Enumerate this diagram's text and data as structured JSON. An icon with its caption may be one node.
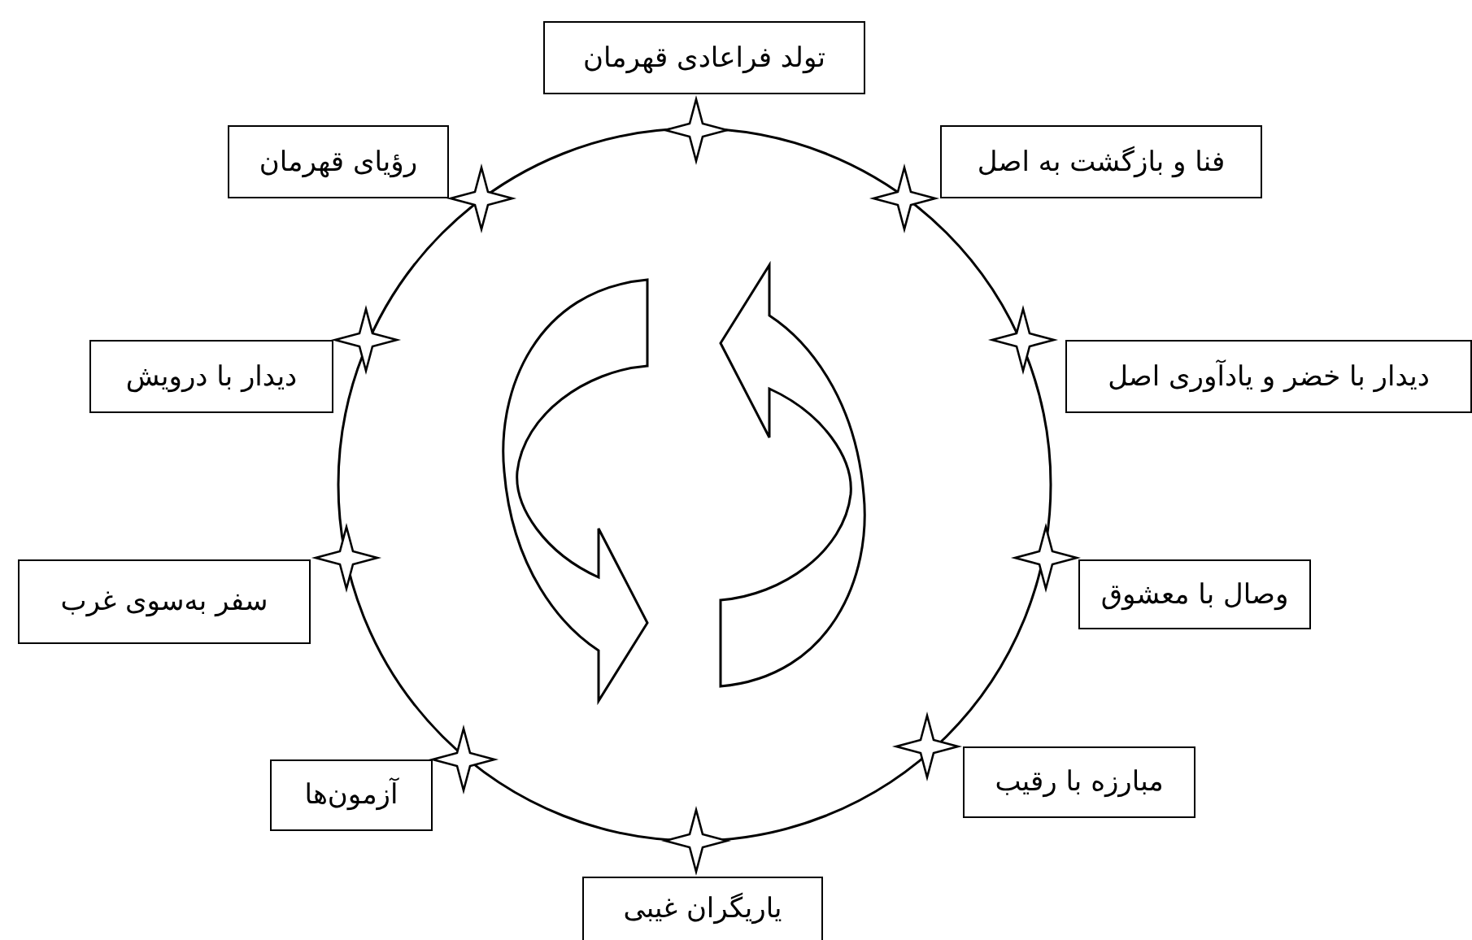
{
  "diagram": {
    "nodes": [
      {
        "text": [
          "تولد فراعادی قهرمان"
        ]
      },
      {
        "text": [
          "رؤیای قهرمان"
        ]
      },
      {
        "text": [
          "فنا و بازگشت به اصل"
        ]
      },
      {
        "text": [
          "دیدار با درویش"
        ]
      },
      {
        "text": [
          "دیدار با خضر و یادآوری اصل"
        ]
      },
      {
        "text": [
          "سفر به‌سوی غرب"
        ]
      },
      {
        "text": [
          "وصال با معشوق"
        ]
      },
      {
        "text": [
          "آزمون‌ها"
        ]
      },
      {
        "text": [
          "مبارزه با رقیب"
        ]
      },
      {
        "text": [
          "یاریگران غیبی"
        ]
      }
    ]
  }
}
